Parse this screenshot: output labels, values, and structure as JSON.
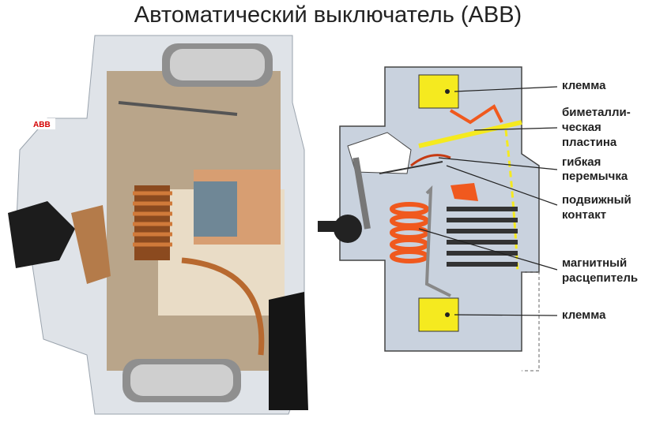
{
  "title": "Автоматический выключатель (ABB)",
  "logo_text": "ABB",
  "labels": {
    "terminal_top": "клемма",
    "bimetal_1": "биметалли-",
    "bimetal_2": "ческая",
    "bimetal_3": "пластина",
    "flex_1": "гибкая",
    "flex_2": "перемычка",
    "contact_1": "подвижный",
    "contact_2": "контакт",
    "magnetic_1": "магнитный",
    "magnetic_2": "расцепитель",
    "terminal_bottom": "клемма"
  },
  "colors": {
    "terminal": "#f5ea1f",
    "coil": "#f0591e",
    "body": "#c9d2de",
    "copper": "#c8783a"
  }
}
